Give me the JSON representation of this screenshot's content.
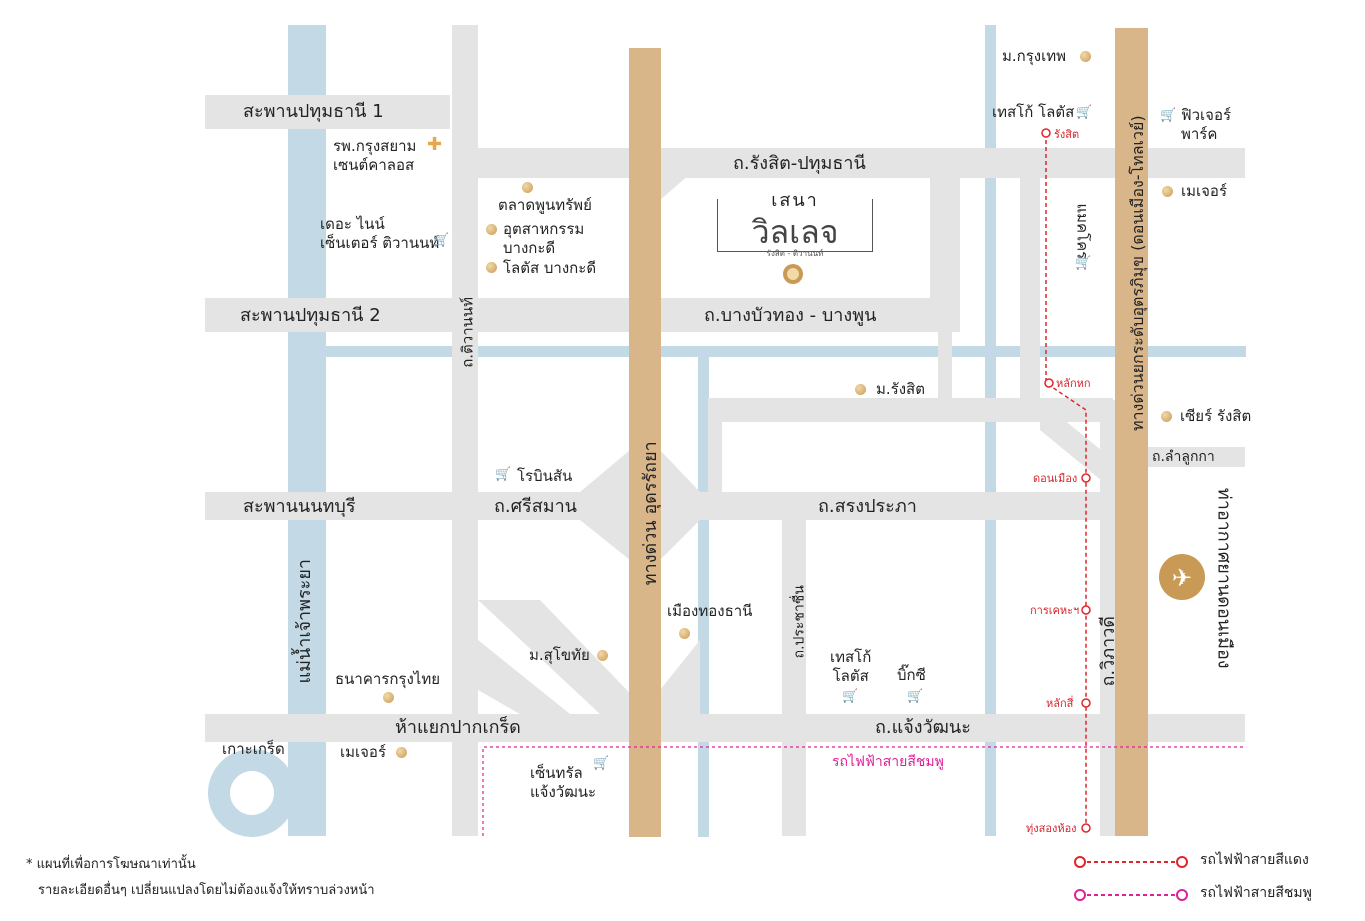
{
  "roads": {
    "bridge_1": "สะพานปทุมธานี 1",
    "bridge_2": "สะพานปทุมธานี 2",
    "bridge_nonthaburi": "สะพานนนทบุรี",
    "rangsit_pathum": "ถ.รังสิต-ปทุมธานี",
    "bangbuathong": "ถ.บางบัวทอง - บางพูน",
    "tiwanon": "ถ.ติวานนท์",
    "srisaman": "ถ.ศรีสมาน",
    "songprapa": "ถ.สรงประภา",
    "chaengwattana": "ถ.แจ้งวัฒนะ",
    "prachachuen": "ถ.ประชาชื่น",
    "vibhavadi": "ถ.วิภาวดี",
    "lamlukka": "ถ.ลำลูกกา",
    "udonratthaya": "ทางด่วน อุดรรัถยา",
    "donmueang_tollway": "ทางด่วนยกระดับอุตรภิมุข (ดอนเมือง-โทลเวย์)",
    "pakkret_junction": "ห้าแยกปากเกร็ด",
    "river": "แม่น้ำเจ้าพระยา",
    "koh_kret": "เกาะเกร็ด"
  },
  "places": {
    "krungsiam_hospital": "รพ.กรุงสยาม\nเซนต์คาลอส",
    "the_nine": "เดอะ ไนน์\nเซ็นเตอร์ ติวานนท์",
    "talad_poonsap": "ตลาดพูนทรัพย์",
    "industrial_estate": "อุตสาหกรรม\nบางกะดี",
    "lotus_bangkadi": "โลตัส บางกะดี",
    "bangkok_uni": "ม.กรุงเทพ",
    "tesco_lotus_top": "เทสโก้ โลตัส",
    "future_park": "ฟิวเจอร์\nพาร์ค",
    "major_rangsit": "เมเจอร์",
    "makro": "แมคโคร",
    "rangsit_uni": "ม.รังสิต",
    "zeer_rangsit": "เซียร์ รังสิต",
    "robinson": "โรบินสัน",
    "mueang_thong": "เมืองทองธานี",
    "sukhothai_uni": "ม.สุโขทัย",
    "krungthai_bank": "ธนาคารกรุงไทย",
    "tesco_lotus_bottom": "เทสโก้\nโลตัส",
    "big_c": "บิ๊กซี",
    "major_bottom": "เมเจอร์",
    "central_chaengwattana": "เซ็นทรัล\nแจ้งวัฒนะ",
    "don_mueang_airport": "ท่าอากาศยานดอนเมือง"
  },
  "stations": {
    "rangsit": "รังสิต",
    "lak_hok": "หลักหก",
    "don_mueang": "ดอนเมือง",
    "kan_kheha": "การเคหะฯ",
    "lak_si": "หลักสี่",
    "thung_song_hong": "ทุ่งสองห้อง"
  },
  "logo": {
    "line1": "เสนา",
    "line2": "วิลเลจ",
    "line3": "รังสิต - ติวานนท์"
  },
  "pink_line_label": "รถไฟฟ้าสายสีชมพู",
  "footnote": {
    "line1": "* แผนที่เพื่อการโฆษณาเท่านั้น",
    "line2": "รายละเอียดอื่นๆ เปลี่ยนแปลงโดยไม่ต้องแจ้งให้ทราบล่วงหน้า"
  },
  "legend": {
    "red_line": "รถไฟฟ้าสายสีแดง",
    "pink_line": "รถไฟฟ้าสายสีชมพู"
  },
  "colors": {
    "road": "#e4e4e4",
    "water": "#c3dae6",
    "expressway": "#d8b68a",
    "red_line": "#e0262b",
    "pink_line": "#e0209a",
    "marker": "#c89a55"
  },
  "icons": {
    "mall": "shopping-cart-icon",
    "hospital": "plus-icon",
    "place": "dot-marker-icon",
    "airport": "airplane-icon"
  }
}
